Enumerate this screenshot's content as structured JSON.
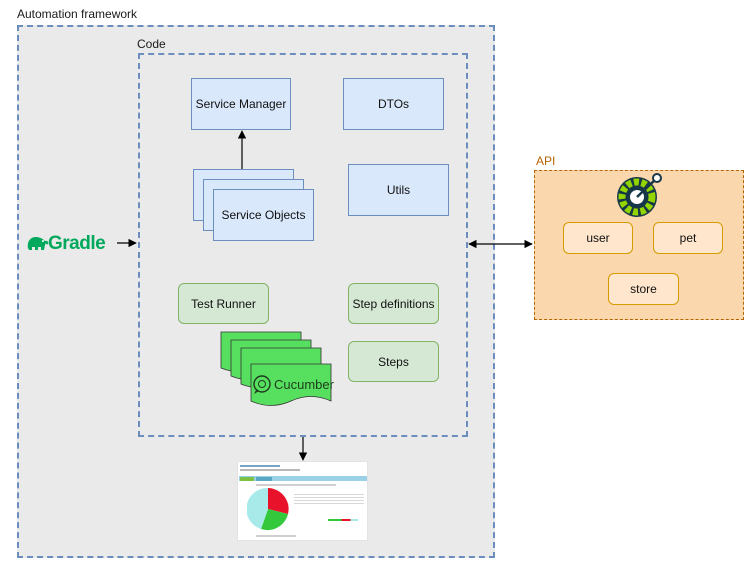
{
  "framework": {
    "title": "Automation framework"
  },
  "code": {
    "title": "Code",
    "service_manager": "Service Manager",
    "dtos": "DTOs",
    "utils": "Utils",
    "service_objects": "Service Objects",
    "test_runner": "Test Runner",
    "step_definitions": "Step definitions",
    "steps": "Steps"
  },
  "gradle": {
    "label": "Gradle"
  },
  "cucumber": {
    "label": "Cucumber"
  },
  "api": {
    "title": "API",
    "endpoints": [
      "user",
      "pet",
      "store"
    ]
  },
  "colors": {
    "blue_fill": "#dae8fc",
    "blue_stroke": "#6c8ebf",
    "green_fill": "#d5e8d4",
    "green_stroke": "#82b366",
    "orange_fill": "#ffe6cc",
    "orange_stroke": "#d79b00",
    "api_fill": "#fad7ac",
    "cucumber_green": "#57e05f",
    "gradle_green": "#02a95d"
  }
}
